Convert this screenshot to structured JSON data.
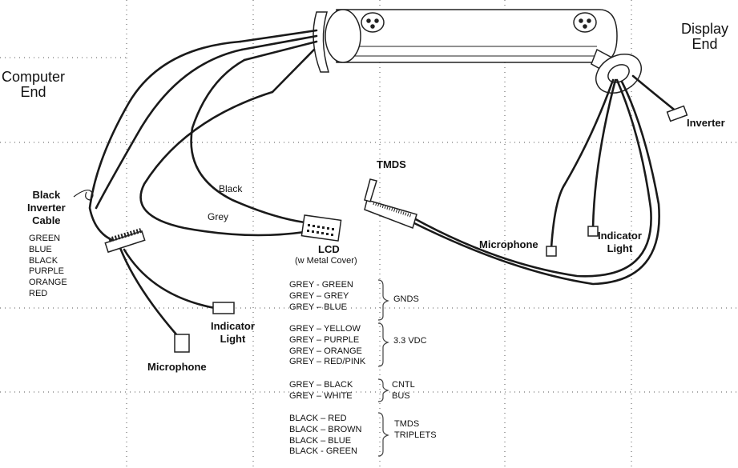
{
  "labels": {
    "computer_end": [
      "Computer",
      "End"
    ],
    "display_end": [
      "Display",
      "End"
    ],
    "inverter": "Inverter",
    "tmds": "TMDS",
    "black_wire": "Black",
    "grey_wire": "Grey",
    "lcd": "LCD",
    "lcd_note": "(w Metal Cover)",
    "black_inverter_cable": [
      "Black",
      "Inverter",
      "Cable"
    ],
    "microphone_left": "Microphone",
    "indicator_light_left": [
      "Indicator",
      "Light"
    ],
    "microphone_right": "Microphone",
    "indicator_light_right": [
      "Indicator",
      "Light"
    ]
  },
  "inverter_colors": [
    "GREEN",
    "BLUE",
    "BLACK",
    "PURPLE",
    "ORANGE",
    "RED"
  ],
  "wire_groups": [
    {
      "wires": [
        "GREY - GREEN",
        "GREY – GREY",
        "GREY – BLUE"
      ],
      "label": [
        "GNDS"
      ]
    },
    {
      "wires": [
        "GREY – YELLOW",
        "GREY – PURPLE",
        "GREY – ORANGE",
        "GREY – RED/PINK"
      ],
      "label": [
        "3.3 VDC"
      ]
    },
    {
      "wires": [
        "GREY – BLACK",
        "GREY – WHITE"
      ],
      "label": [
        "CNTL",
        "BUS"
      ]
    },
    {
      "wires": [
        "BLACK – RED",
        "BLACK – BROWN",
        "BLACK – BLUE",
        "BLACK - GREEN"
      ],
      "label": [
        "TMDS",
        "TRIPLETS"
      ]
    }
  ]
}
